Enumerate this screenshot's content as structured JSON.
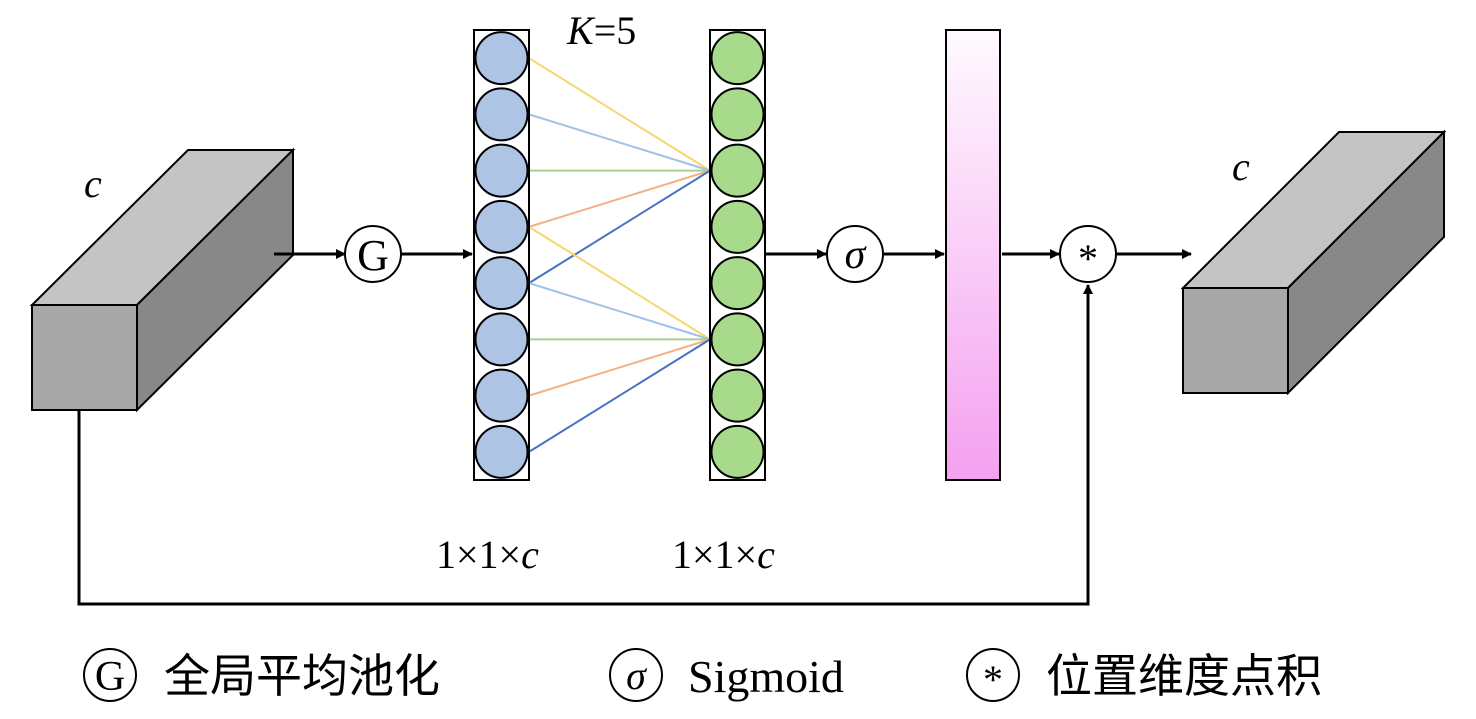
{
  "labels": {
    "c_left": "c",
    "c_right": "c",
    "k": "K",
    "k_value": "=5",
    "dim_left": "1×1×",
    "dim_left_var": "c",
    "dim_right": "1×1×",
    "dim_right_var": "c"
  },
  "ops": {
    "gap": "G",
    "sigmoid": "σ",
    "product": "*"
  },
  "legend": [
    {
      "symbol": "G",
      "text": "全局平均池化"
    },
    {
      "symbol": "σ",
      "text": "Sigmoid"
    },
    {
      "symbol": "*",
      "text": "位置维度点积"
    }
  ],
  "colors": {
    "box_front": "#a8a8a8",
    "box_top": "#c4c4c4",
    "box_side": "#888888",
    "blue_node": "#adc4e4",
    "green_node": "#a8da8c",
    "bar_top": "#fffaff",
    "bar_bottom": "#f4a0f0",
    "line_yellow": "#f5d76e",
    "line_lightblue": "#9ec3e6",
    "line_green": "#a9d18e",
    "line_orange": "#f4b183",
    "line_darkblue": "#4472c4"
  },
  "network": {
    "node_count": 8,
    "kernel_size": 5
  }
}
